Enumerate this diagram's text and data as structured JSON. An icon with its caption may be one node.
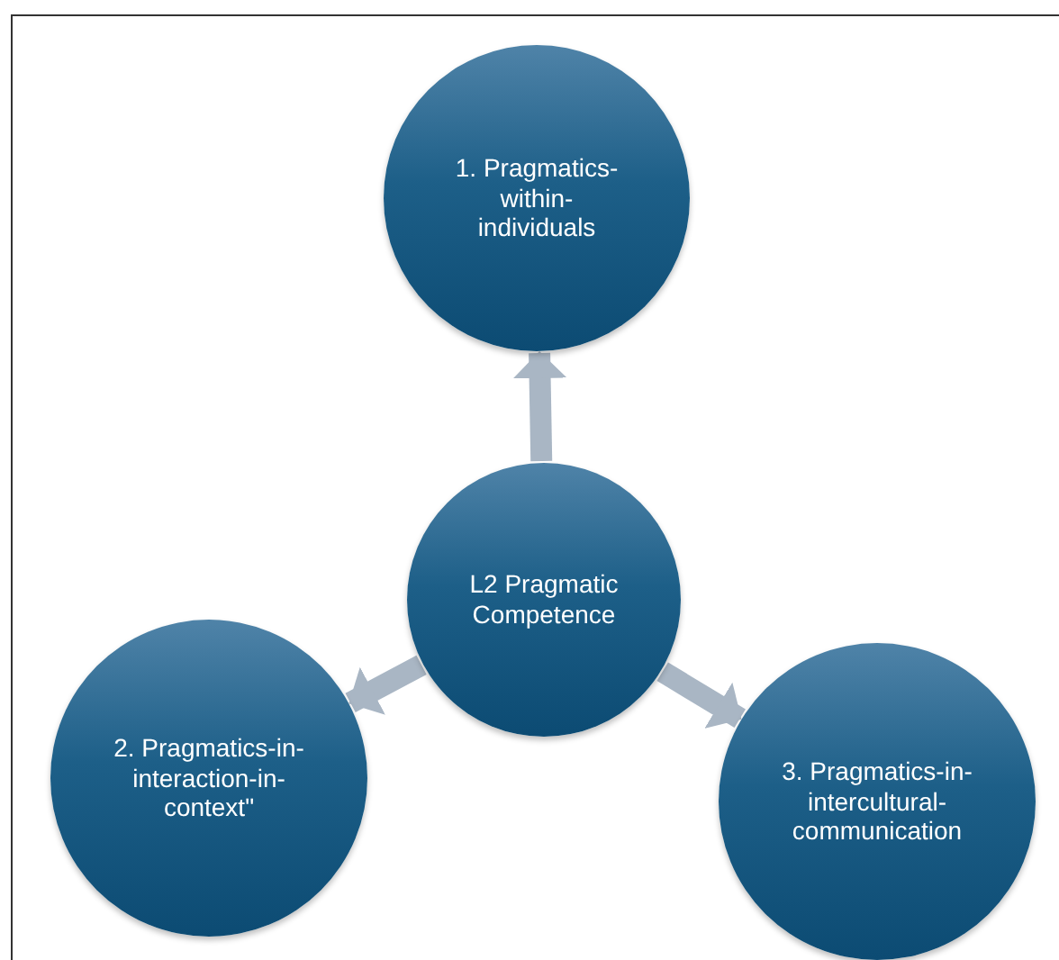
{
  "diagram": {
    "nodes": [
      {
        "text": [
          "1. Pragmatics-within-individuals"
        ]
      },
      {
        "text": [
          "L2 Pragmatic Competence"
        ]
      },
      {
        "text": [
          "2. Pragmatics-in-interaction-in-context\""
        ]
      },
      {
        "text": [
          "3. Pragmatics-in-intercultural-communication"
        ]
      }
    ],
    "edges": [
      {
        "from": 1,
        "to": 0,
        "arrow": "to",
        "color": "#a9b6c4"
      },
      {
        "from": 1,
        "to": 2,
        "arrow": "to",
        "color": "#a9b6c4"
      },
      {
        "from": 1,
        "to": 3,
        "arrow": "to",
        "color": "#a9b6c4"
      }
    ]
  }
}
